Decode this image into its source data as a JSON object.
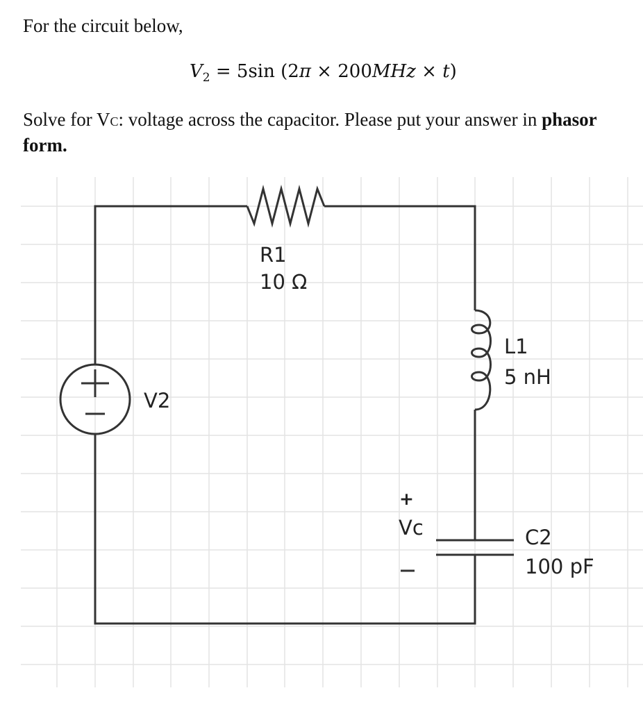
{
  "problem": {
    "intro": "For the circuit below,",
    "eq_lhs_var": "V",
    "eq_lhs_sub": "2",
    "eq_rhs_prefix": " = 5sin (2",
    "eq_pi": "π",
    "eq_mid": " × 200",
    "eq_mhz": "MHz",
    "eq_times": " × ",
    "eq_t": "t",
    "eq_close": ")",
    "q_part1": "Solve for V",
    "q_sub": "C",
    "q_part2": ": voltage across the capacitor. Please put your answer in ",
    "q_bold": "phasor form."
  },
  "circuit": {
    "resistor": {
      "name": "R1",
      "value": "10 Ω"
    },
    "inductor": {
      "name": "L1",
      "value": "5 nH"
    },
    "capacitor": {
      "name": "C2",
      "value": "100 pF"
    },
    "source": {
      "name": "V2",
      "plus": "+",
      "minus": "—"
    },
    "vc": {
      "label": "Vc",
      "plus": "+",
      "minus": "—"
    }
  },
  "colors": {
    "wire": "#333333",
    "grid": "#e3e3e3"
  }
}
